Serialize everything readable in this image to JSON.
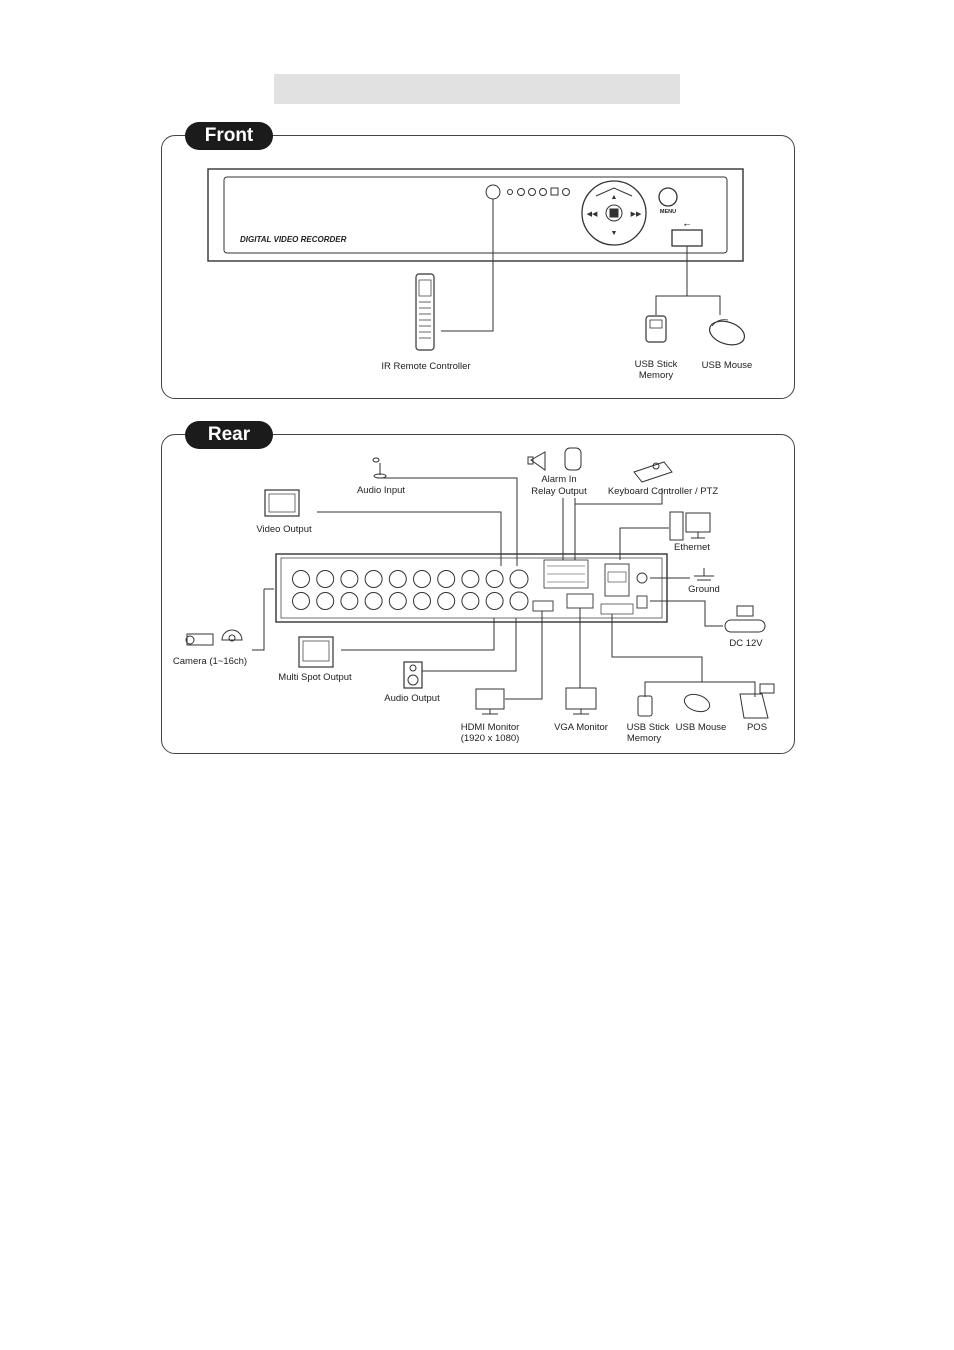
{
  "page": {
    "title": ""
  },
  "front": {
    "tab": "Front",
    "brand": "DIGITAL VIDEO RECORDER",
    "menu_label": "MENU",
    "labels": {
      "ir_remote": "IR Remote Controller",
      "usb_stick_1": "USB Stick",
      "usb_stick_2": "Memory",
      "usb_mouse": "USB Mouse"
    }
  },
  "rear": {
    "tab": "Rear",
    "labels": {
      "audio_input": "Audio Input",
      "alarm_in": "Alarm In",
      "relay_output": "Relay  Output",
      "keyboard_ptz": "Keyboard Controller / PTZ",
      "video_output": "Video Output",
      "ethernet": "Ethernet",
      "ground": "Ground",
      "dc12v": "DC 12V",
      "camera": "Camera (1~16ch)",
      "multi_spot": "Multi Spot Output",
      "audio_output": "Audio Output",
      "hdmi_1": "HDMI Monitor",
      "hdmi_2": "(1920 x 1080)",
      "vga": "VGA Monitor",
      "usb_stick_1": "USB Stick",
      "usb_stick_2": "Memory",
      "usb_mouse": "USB Mouse",
      "pos": "POS"
    }
  }
}
